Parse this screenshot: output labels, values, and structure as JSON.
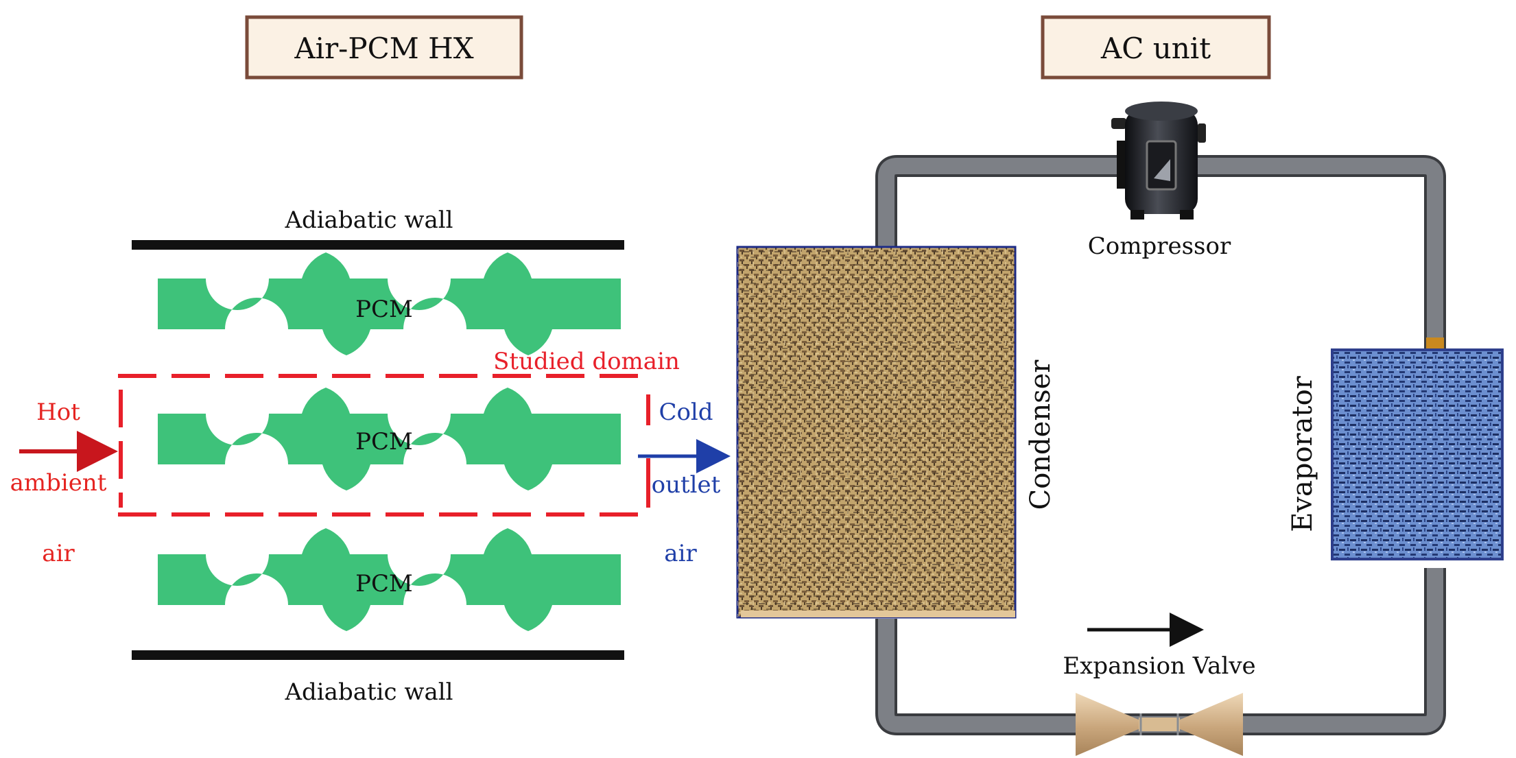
{
  "boxes": {
    "left_title": "Air-PCM HX",
    "right_title": "AC unit"
  },
  "hx": {
    "top_wall": "Adiabatic wall",
    "bottom_wall": "Adiabatic wall",
    "pcm_labels": [
      "PCM",
      "PCM",
      "PCM"
    ],
    "studied_domain": "Studied domain",
    "inlet": [
      "Hot",
      "ambient",
      "air"
    ],
    "outlet": [
      "Cold",
      "outlet",
      "air"
    ]
  },
  "ac": {
    "compressor": "Compressor",
    "condenser": "Condenser",
    "evaporator": "Evaporator",
    "expansion_valve": "Expansion Valve"
  },
  "colors": {
    "pcm_green": "#3ec27a",
    "domain_red": "#e8202a",
    "inlet_red": "#e52421",
    "outlet_blue": "#1f3fa8",
    "pipe_gray": "#707378",
    "title_box_fill": "#fbf1e4",
    "title_box_stroke": "#7a4b3a",
    "condenser_fill": "#b79a62",
    "evaporator_fill": "#5f82c4"
  }
}
